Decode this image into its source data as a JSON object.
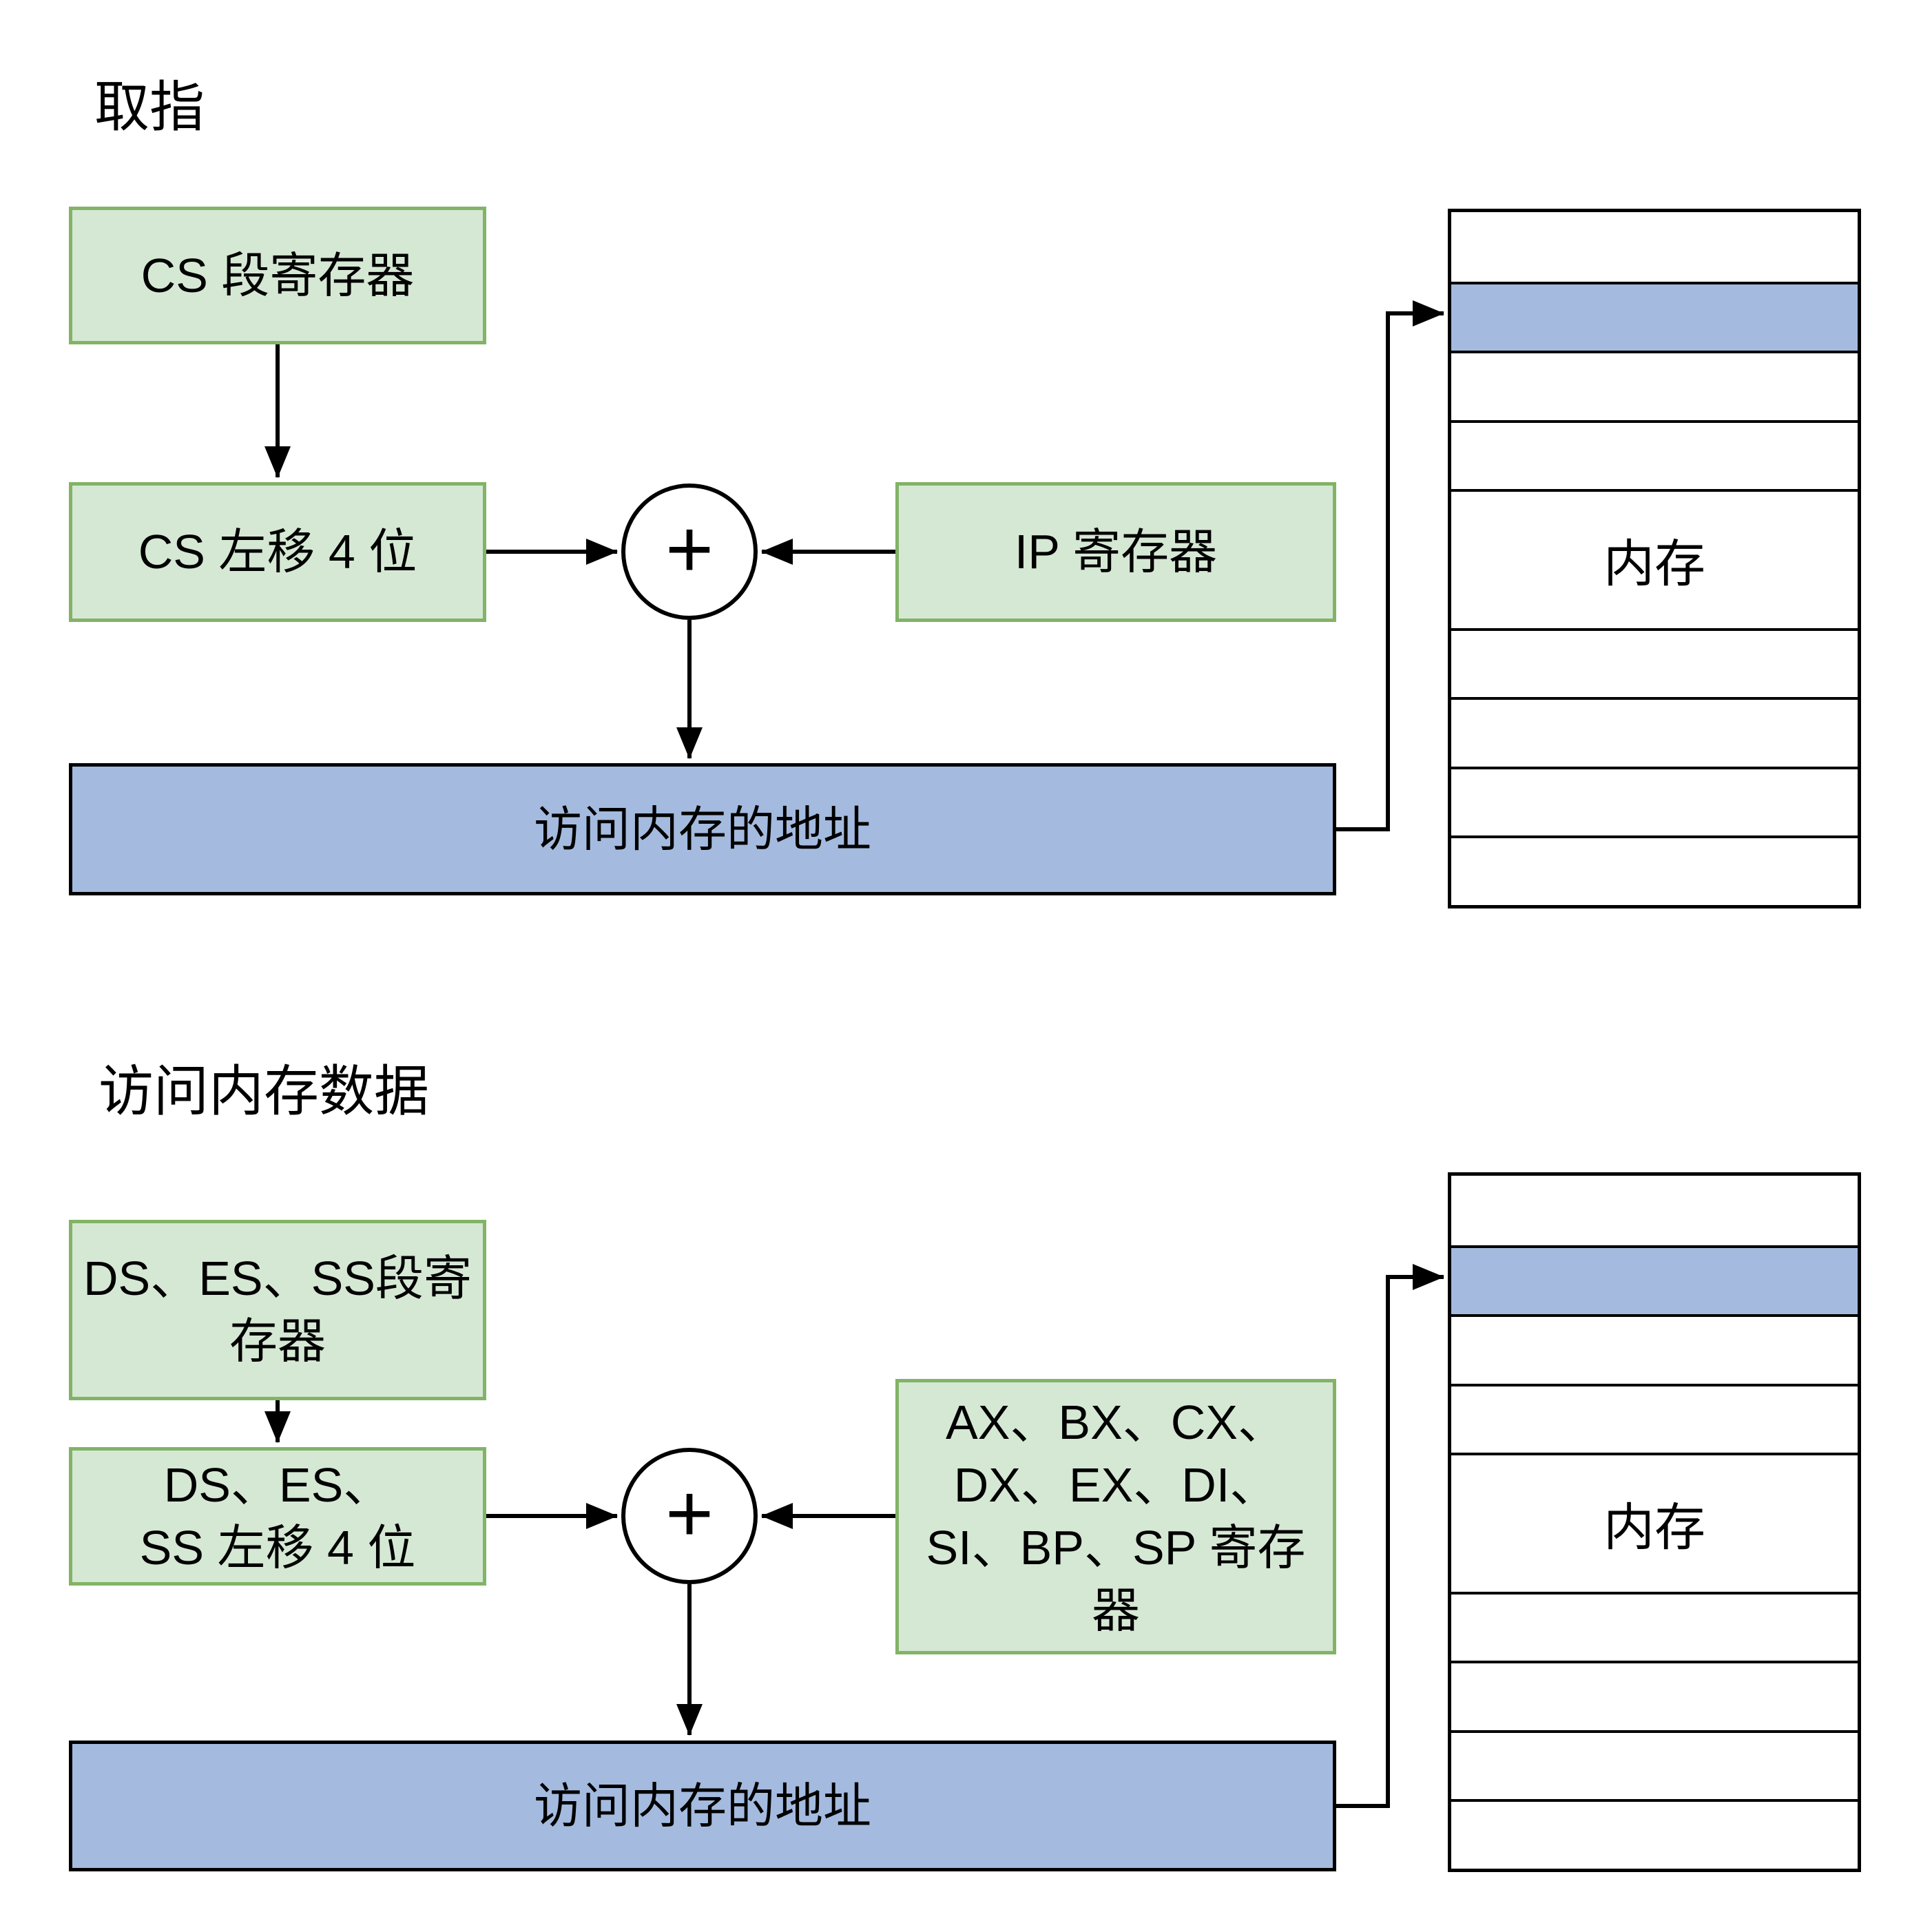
{
  "colors": {
    "background": "#ffffff",
    "box_green_fill": "#d5e8d4",
    "box_green_stroke": "#82b366",
    "box_blue_fill": "#a4bbdf",
    "line_black": "#000000"
  },
  "sections": [
    {
      "title": "取指",
      "adder_label": "+",
      "boxes": {
        "segment_register": "CS 段寄存器",
        "shifted": "CS 左移 4 位",
        "offset_register": "IP 寄存器",
        "address": "访问内存的地址"
      },
      "memory": {
        "label": "内存",
        "row_count": 9,
        "highlighted_row_index": 2,
        "label_row_index": 5
      }
    },
    {
      "title": "访问内存数据",
      "adder_label": "+",
      "boxes": {
        "segment_register": "DS、ES、SS段寄\n存器",
        "shifted": "DS、ES、\nSS 左移 4 位",
        "offset_register": "AX、BX、CX、\nDX、EX、DI、\nSI、BP、SP 寄存\n器",
        "address": "访问内存的地址"
      },
      "memory": {
        "label": "内存",
        "row_count": 9,
        "highlighted_row_index": 2,
        "label_row_index": 5
      }
    }
  ]
}
